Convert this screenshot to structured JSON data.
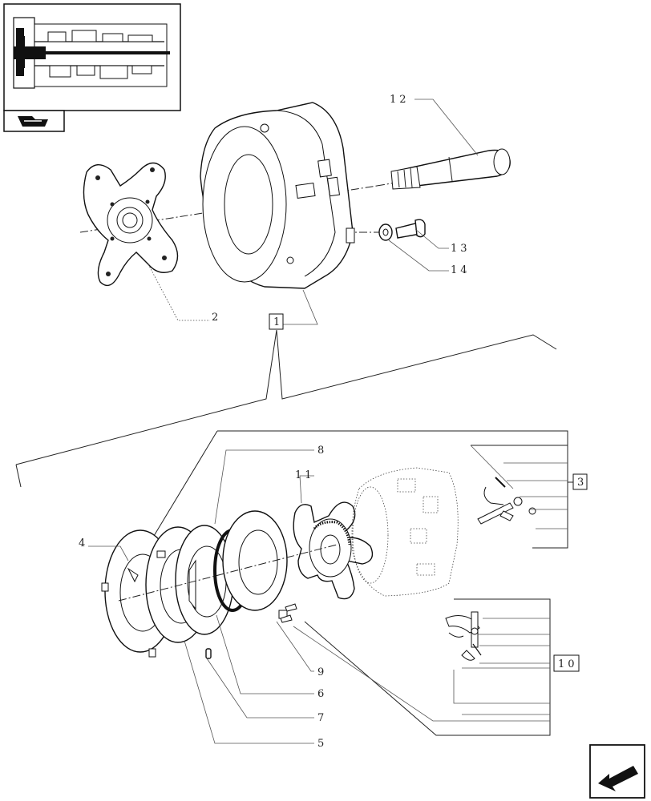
{
  "labels": {
    "l2": "2",
    "l4": "4",
    "l5": "5",
    "l6": "6",
    "l7": "7",
    "l8": "8",
    "l9": "9",
    "l11": "11",
    "l12": "12",
    "l13": "13",
    "l14": "14",
    "box1": "1",
    "box3": "3",
    "box10": "10"
  },
  "icons": {
    "thumbnail": "gearbox-section-thumbnail",
    "book": "book-icon",
    "nav": "arrow-nav-icon"
  }
}
